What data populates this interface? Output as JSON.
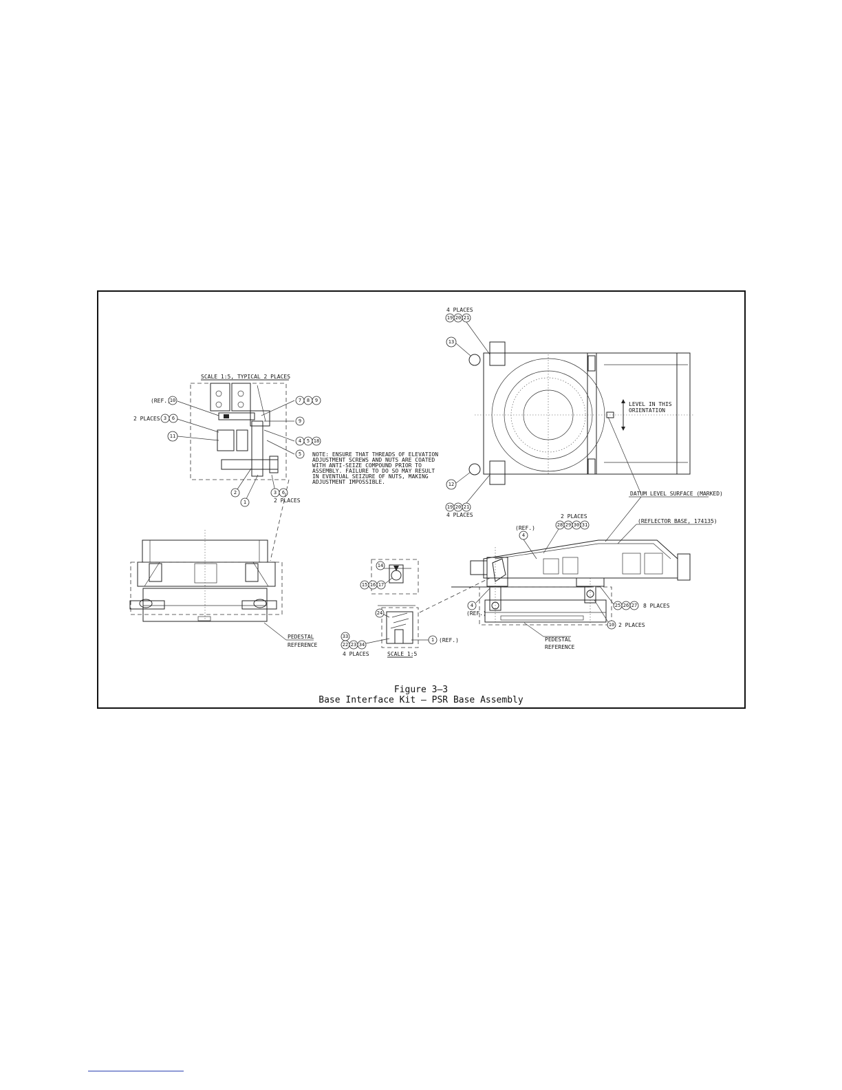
{
  "figure": {
    "number": "Figure 3–3",
    "title": "Base Interface Kit – PSR Base Assembly"
  },
  "detail_top_left": {
    "scale_title": "SCALE 1:5, TYPICAL 2 PLACES",
    "note": [
      "NOTE: ENSURE THAT THREADS OF ELEVATION",
      "ADJUSTMENT SCREWS AND NUTS ARE COATED",
      "WITH ANTI-SEIZE COMPOUND PRIOR TO",
      "ASSEMBLY. FAILURE TO DO SO MAY RESULT",
      "IN EVENTUAL SEIZURE OF NUTS, MAKING",
      "ADJUSTMENT IMPOSSIBLE."
    ],
    "ref_label": "(REF.)",
    "two_places_a": "2 PLACES",
    "two_places_b": "2 PLACES",
    "items": {
      "i10": "10",
      "i3": "3",
      "i6": "6",
      "i11": "11",
      "i7": "7",
      "i8": "8",
      "i9a": "9",
      "i9b": "9",
      "i4": "4",
      "i5": "5",
      "i18": "18",
      "i5b": "5",
      "i2": "2",
      "i1": "1",
      "i3b": "3",
      "i6b": "6"
    }
  },
  "top_view": {
    "four_places_top": "4 PLACES",
    "four_places_bottom": "4 PLACES",
    "level_note": [
      "LEVEL IN THIS",
      "ORIENTATION"
    ],
    "datum_note": "DATUM LEVEL SURFACE (MARKED)",
    "items": {
      "i19": "19",
      "i20": "20",
      "i21": "21",
      "i13": "13",
      "i12": "12",
      "i19b": "19",
      "i20b": "20",
      "i21b": "21"
    }
  },
  "side_view_right": {
    "ref_label_a": "(REF.)",
    "ref_label_b": "(REF.)",
    "two_places": "2 PLACES",
    "reflector_base": "(REFLECTOR BASE, 174135)",
    "eight_places": "8 PLACES",
    "two_places_b": "2 PLACES",
    "pedestal": [
      "PEDESTAL",
      "REFERENCE"
    ],
    "items": {
      "i4a": "4",
      "i28": "28",
      "i29": "29",
      "i30": "30",
      "i31": "31",
      "i4b": "4",
      "i25": "25",
      "i26": "26",
      "i27": "27",
      "i10": "10"
    }
  },
  "detail_center": {
    "scale_title": "SCALE 1:5",
    "ref_label": "(REF.)",
    "four_places": "4 PLACES",
    "items": {
      "i14": "14",
      "i15": "15",
      "i16": "16",
      "i17": "17",
      "i24": "24",
      "i33": "33",
      "i22": "22",
      "i23": "23",
      "i34": "34",
      "i1": "1"
    }
  },
  "side_view_left": {
    "pedestal": [
      "PEDESTAL",
      "REFERENCE"
    ]
  }
}
